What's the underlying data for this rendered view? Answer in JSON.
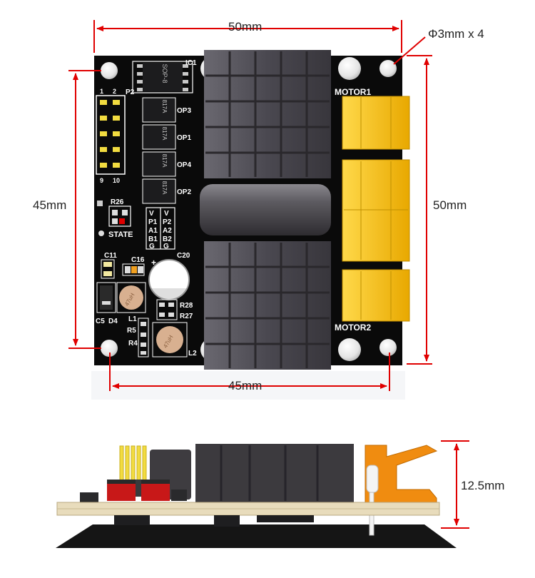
{
  "dimensions": {
    "top_width": "50mm",
    "hole_spec": "Φ3mm x 4",
    "left_height": "45mm",
    "right_height": "50mm",
    "bottom_width": "45mm",
    "side_height": "12.5mm"
  },
  "silkscreen": {
    "ic1": "IC1",
    "p2": "P2",
    "pin2": "2",
    "pin1": "1",
    "pin10": "10",
    "pin9": "9",
    "op3": "OP3",
    "op1": "OP1",
    "op4": "OP4",
    "op2": "OP2",
    "r26": "R26",
    "state": "STATE",
    "motor1": "MOTOR1",
    "motor2": "MOTOR2",
    "c11": "C11",
    "c16": "C16",
    "c20": "C20",
    "plus": "+",
    "c5": "C5",
    "d4": "D4",
    "l1": "L1",
    "r5": "R5",
    "r4": "R4",
    "r28": "R28",
    "r27": "R27",
    "l2": "L2",
    "pinmap_left": [
      "V",
      "P1",
      "A1",
      "B1",
      "G"
    ],
    "pinmap_right": [
      "V",
      "P2",
      "A2",
      "B2",
      "G"
    ]
  },
  "component_markings": {
    "ic_chip": "SOP-8",
    "optocoupler": "817A",
    "inductor": "47uH"
  },
  "colors": {
    "dimension_line": "#e00000",
    "pcb": "#0a0a0a",
    "heatsink": "#4a4850",
    "terminal": "#f4c000",
    "terminal_side": "#f08c10",
    "header": "#f2dc40",
    "inductor": "#c81818"
  }
}
